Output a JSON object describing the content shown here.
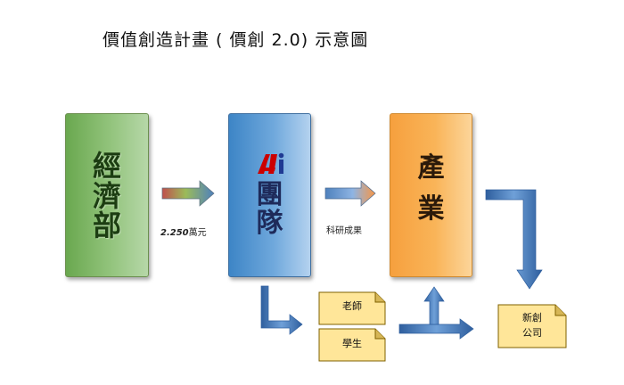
{
  "title": "價值創造計畫 ( 價創 2.0)    示意圖",
  "boxes": {
    "moea": [
      "經",
      "濟",
      "部"
    ],
    "team": [
      "團",
      "隊"
    ],
    "industry": [
      "產",
      "業"
    ]
  },
  "labels": {
    "funding_amount": "2.250",
    "funding_unit": "萬元",
    "research": "科研成果"
  },
  "notes": {
    "teacher": "老師",
    "student": "學生",
    "startup_line1": "新創",
    "startup_line2": "公司"
  },
  "colors": {
    "moea_box": "#93c47d",
    "team_box": "#6fa8dc",
    "industry_box": "#f9b458",
    "note_fill": "#ffe699",
    "arrow_blue": "#4f81bd",
    "logo_red": "#cc0000",
    "logo_blue": "#1f3a93"
  },
  "icons": {
    "team_logo": "ai-logo-icon"
  }
}
